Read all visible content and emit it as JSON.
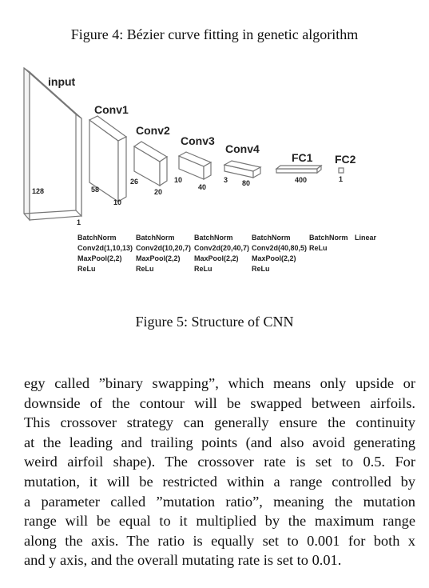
{
  "caption_fig4": "Figure 4: Bézier curve fitting in genetic algorithm",
  "caption_fig5": "Figure 5: Structure of CNN",
  "diagram": {
    "input": {
      "title": "input",
      "height": "128",
      "depth": "1"
    },
    "conv1": {
      "title": "Conv1",
      "height": "58",
      "depth": "10"
    },
    "conv2": {
      "title": "Conv2",
      "height": "26",
      "depth": "20"
    },
    "conv3": {
      "title": "Conv3",
      "height": "10",
      "depth": "40"
    },
    "conv4": {
      "title": "Conv4",
      "height": "3",
      "depth": "80"
    },
    "fc1": {
      "title": "FC1",
      "size": "400"
    },
    "fc2": {
      "title": "FC2",
      "size": "1"
    },
    "ops": [
      [
        "BatchNorm",
        "Conv2d(1,10,13)",
        "MaxPool(2,2)",
        "ReLu"
      ],
      [
        "BatchNorm",
        "Conv2d(10,20,7)",
        "MaxPool(2,2)",
        "ReLu"
      ],
      [
        "BatchNorm",
        "Conv2d(20,40,7)",
        "MaxPool(2,2)",
        "ReLu"
      ],
      [
        "BatchNorm",
        "Conv2d(40,80,5)",
        "MaxPool(2,2)",
        "ReLu"
      ],
      [
        "BatchNorm",
        "ReLu"
      ],
      [
        "Linear"
      ]
    ]
  },
  "body_lines": [
    "egy called ”binary swapping”, which means only upside or",
    "downside of the contour will be swapped between airfoils.",
    "This crossover strategy can generally ensure the continuity",
    "at the leading and trailing points (and also avoid generating",
    "weird airfoil shape). The crossover rate is set to 0.5. For",
    "mutation, it will be restricted within a range controlled by",
    "a parameter called ”mutation ratio”, meaning the mutation",
    "range will be equal to it multiplied by the maximum range",
    "along the axis. The ratio is equally set to 0.001 for both x",
    "and y axis, and the overall mutating rate is set to 0.01."
  ]
}
